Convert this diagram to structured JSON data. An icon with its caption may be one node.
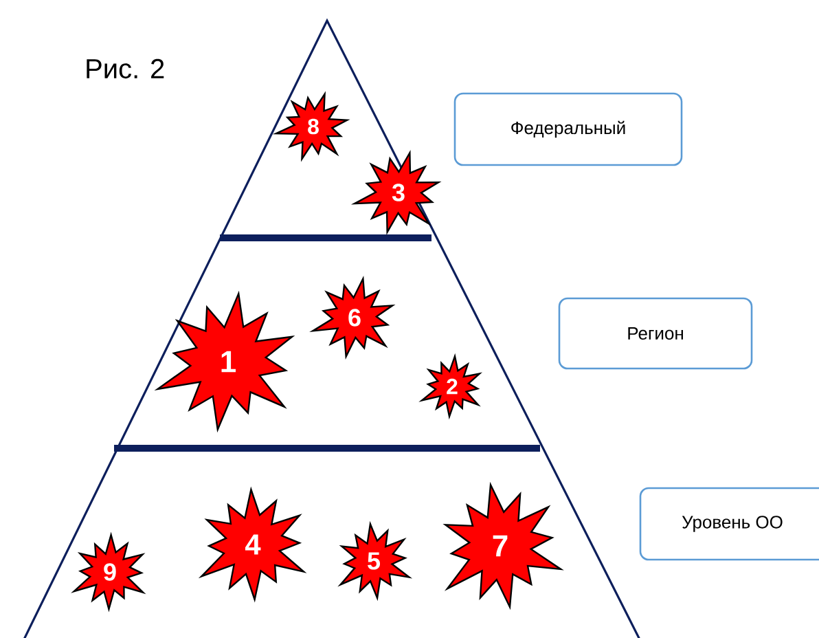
{
  "diagram": {
    "nodes": [
      {
        "text": [
          "Федеральный"
        ]
      },
      {
        "text": [
          "Регион"
        ]
      },
      {
        "text": [
          "Уровень ОО"
        ]
      },
      {
        "text": [
          "8"
        ]
      },
      {
        "text": [
          "3"
        ]
      },
      {
        "text": [
          "6"
        ]
      },
      {
        "text": [
          "1"
        ]
      },
      {
        "text": [
          "2"
        ]
      },
      {
        "text": [
          "9"
        ]
      },
      {
        "text": [
          "4"
        ]
      },
      {
        "text": [
          "5"
        ]
      },
      {
        "text": [
          "7"
        ]
      }
    ],
    "labels": [
      "Рис. 2"
    ]
  }
}
